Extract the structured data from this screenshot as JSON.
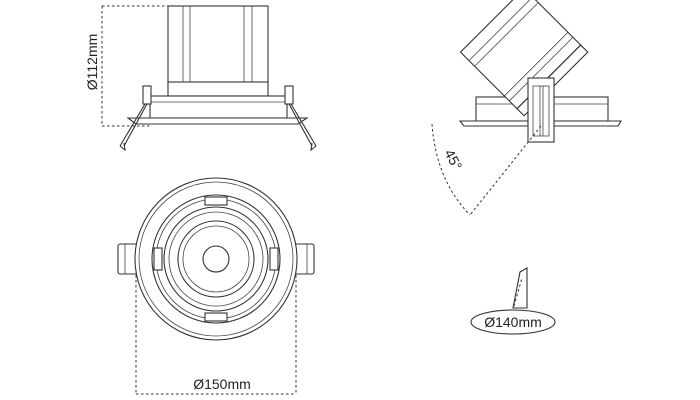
{
  "dimensions": {
    "height_label": "Ø112mm",
    "outer_diameter_label": "Ø150mm",
    "cutout_label": "Ø140mm",
    "tilt_angle_label": "45°"
  }
}
